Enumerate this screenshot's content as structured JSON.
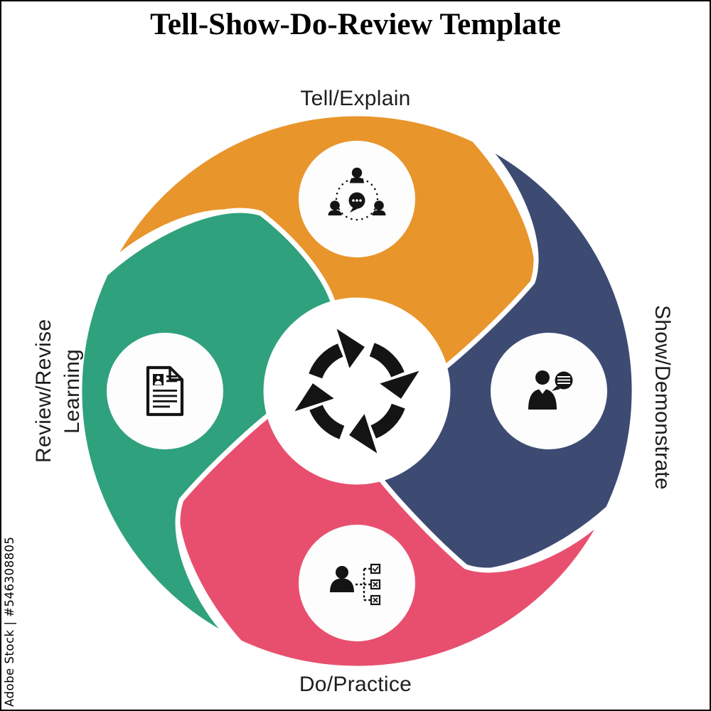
{
  "title": "Tell-Show-Do-Review Template",
  "watermark": "Adobe Stock | #546308805",
  "diagram": {
    "center_icon": "cycle-arrows-icon",
    "arrow_color": "#141414",
    "segments": [
      {
        "label": "Tell/Explain",
        "color": "#E8952B",
        "icon": "group-discussion-icon",
        "position": "top"
      },
      {
        "label": "Show/Demonstrate",
        "color": "#3D4B73",
        "icon": "person-presenting-icon",
        "position": "right"
      },
      {
        "label": "Do/Practice",
        "color": "#E84F6E",
        "icon": "person-tasks-icon",
        "position": "bottom"
      },
      {
        "label": "Review/Revise Learning",
        "label_line1": "Review/Revise",
        "label_line2": "Learning",
        "color": "#2FA17C",
        "icon": "document-icon",
        "position": "left"
      }
    ]
  }
}
